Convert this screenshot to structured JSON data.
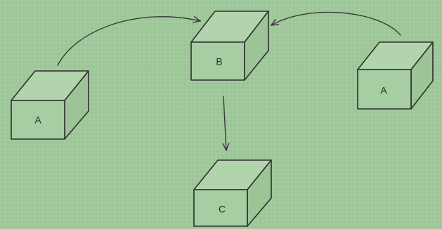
{
  "diagram": {
    "nodes": [
      {
        "id": "A-left",
        "label": "A"
      },
      {
        "id": "B",
        "label": "B"
      },
      {
        "id": "A-right",
        "label": "A"
      },
      {
        "id": "C",
        "label": "C"
      }
    ],
    "edges": [
      {
        "from": "A-left",
        "to": "B"
      },
      {
        "from": "A-right",
        "to": "B"
      },
      {
        "from": "B",
        "to": "C"
      }
    ]
  },
  "colors": {
    "background": "#9fc89b",
    "ink": "#2f2f2f"
  }
}
